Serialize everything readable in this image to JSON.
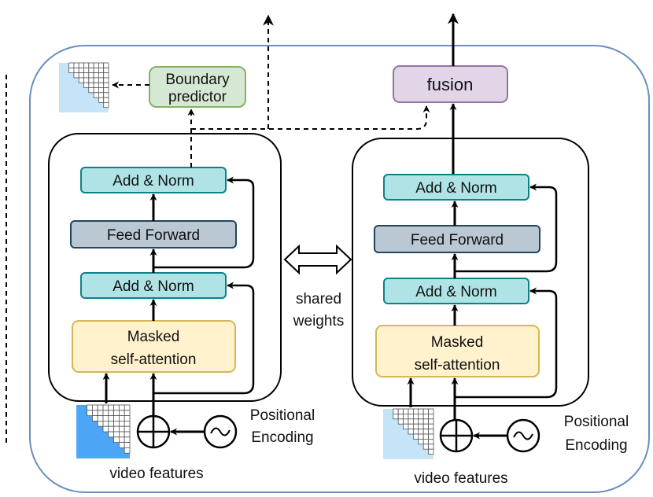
{
  "left_branch": {
    "boundary_predictor": [
      "Boundary",
      "predictor"
    ],
    "add_norm_top": "Add & Norm",
    "feed_forward": "Feed Forward",
    "add_norm_bottom": "Add & Norm",
    "masked_attention": [
      "Masked",
      "self-attention"
    ],
    "positional_encoding": [
      "Positional",
      "Encoding"
    ],
    "input_label": "video features"
  },
  "right_branch": {
    "fusion": "fusion",
    "add_norm_top": "Add & Norm",
    "feed_forward": "Feed Forward",
    "add_norm_bottom": "Add & Norm",
    "masked_attention": [
      "Masked",
      "self-attention"
    ],
    "positional_encoding": [
      "Positional",
      "Encoding"
    ],
    "input_label": "video features"
  },
  "shared": [
    "shared",
    "weights"
  ],
  "colors": {
    "outer_border": "#6c8ebf",
    "add_norm_fill": "#b0e3e6",
    "add_norm_stroke": "#0e8088",
    "feed_forward_fill": "#bac8d3",
    "feed_forward_stroke": "#23445d",
    "attention_fill": "#fff2cc",
    "attention_stroke": "#d6b656",
    "boundary_fill": "#d5e8d4",
    "boundary_stroke": "#82b366",
    "fusion_fill": "#e1d5e7",
    "fusion_stroke": "#9673a6",
    "mask_fill": "#4da6f5",
    "mask_light": "#c6e4f7"
  },
  "icons": [
    "circle-plus-icon",
    "sine-wave-icon",
    "mask-matrix-icon",
    "double-arrow-icon"
  ]
}
